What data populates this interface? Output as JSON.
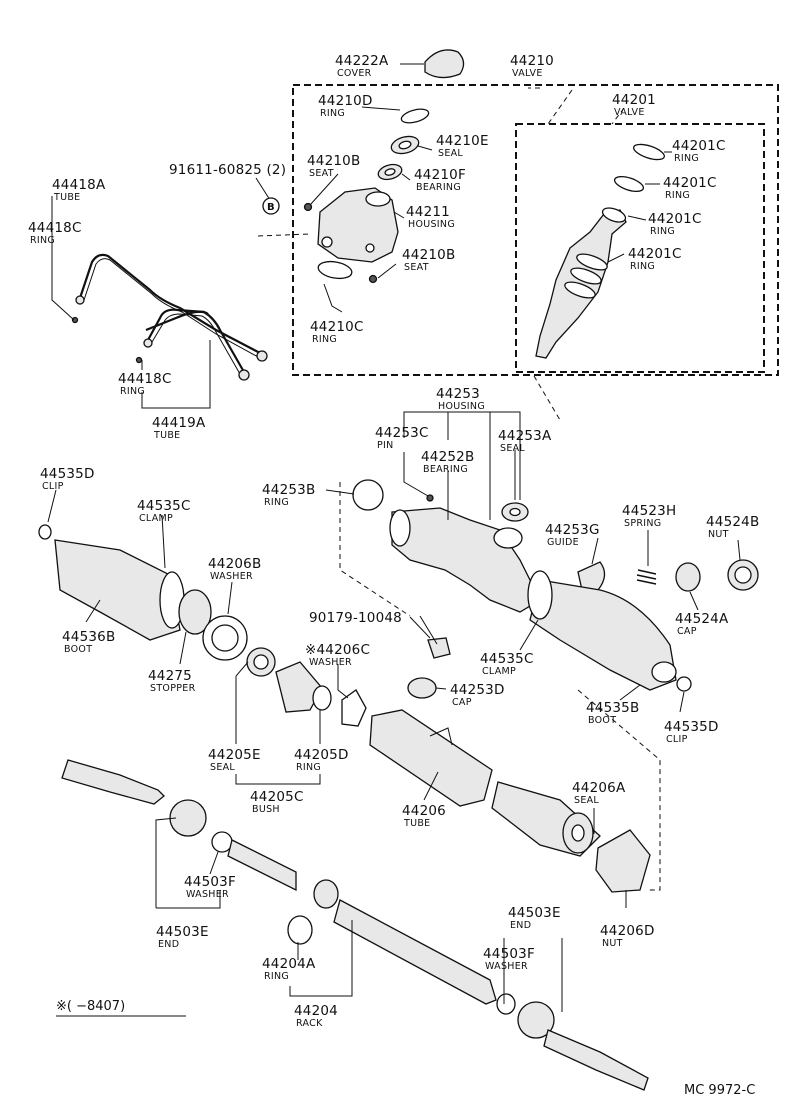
{
  "callouts": [
    {
      "id": "c1",
      "number": "44222A",
      "name": "COVER"
    },
    {
      "id": "c2",
      "number": "44210",
      "name": "VALVE"
    },
    {
      "id": "c3",
      "number": "44210D",
      "name": "RING"
    },
    {
      "id": "c4",
      "number": "44210E",
      "name": "SEAL"
    },
    {
      "id": "c5",
      "number": "44210B",
      "name": "SEAT"
    },
    {
      "id": "c6",
      "number": "44210F",
      "name": "BEARING"
    },
    {
      "id": "c7",
      "number": "44211",
      "name": "HOUSING"
    },
    {
      "id": "c8",
      "number": "44210B",
      "name": "SEAT"
    },
    {
      "id": "c9",
      "number": "44210C",
      "name": "RING"
    },
    {
      "id": "c10",
      "number": "44201",
      "name": "VALVE"
    },
    {
      "id": "c11",
      "number": "44201C",
      "name": "RING"
    },
    {
      "id": "c12",
      "number": "44201C",
      "name": "RING"
    },
    {
      "id": "c13",
      "number": "44201C",
      "name": "RING"
    },
    {
      "id": "c14",
      "number": "44201C",
      "name": "RING"
    },
    {
      "id": "c15",
      "number": "91611-60825 (2)",
      "name": ""
    },
    {
      "id": "c16",
      "number": "44418A",
      "name": "TUBE"
    },
    {
      "id": "c17",
      "number": "44418C",
      "name": "RING"
    },
    {
      "id": "c18",
      "number": "44418C",
      "name": "RING"
    },
    {
      "id": "c19",
      "number": "44419A",
      "name": "TUBE"
    },
    {
      "id": "c20",
      "number": "44253",
      "name": "HOUSING"
    },
    {
      "id": "c21",
      "number": "44253C",
      "name": "PIN"
    },
    {
      "id": "c22",
      "number": "44252B",
      "name": "BEARING"
    },
    {
      "id": "c23",
      "number": "44253A",
      "name": "SEAL"
    },
    {
      "id": "c24",
      "number": "44253B",
      "name": "RING"
    },
    {
      "id": "c25",
      "number": "44535D",
      "name": "CLIP"
    },
    {
      "id": "c26",
      "number": "44535C",
      "name": "CLAMP"
    },
    {
      "id": "c27",
      "number": "44206B",
      "name": "WASHER"
    },
    {
      "id": "c28",
      "number": "44536B",
      "name": "BOOT"
    },
    {
      "id": "c29",
      "number": "44275",
      "name": "STOPPER"
    },
    {
      "id": "c30",
      "number": "44253G",
      "name": "GUIDE"
    },
    {
      "id": "c31",
      "number": "44523H",
      "name": "SPRING"
    },
    {
      "id": "c32",
      "number": "44524B",
      "name": "NUT"
    },
    {
      "id": "c33",
      "number": "44524A",
      "name": "CAP"
    },
    {
      "id": "c34",
      "number": "90179-10048",
      "name": ""
    },
    {
      "id": "c35",
      "number": "※44206C",
      "name": "WASHER"
    },
    {
      "id": "c36",
      "number": "44535C",
      "name": "CLAMP"
    },
    {
      "id": "c37",
      "number": "44253D",
      "name": "CAP"
    },
    {
      "id": "c38",
      "number": "44535B",
      "name": "BOOT"
    },
    {
      "id": "c39",
      "number": "44535D",
      "name": "CLIP"
    },
    {
      "id": "c40",
      "number": "44205E",
      "name": "SEAL"
    },
    {
      "id": "c41",
      "number": "44205D",
      "name": "RING"
    },
    {
      "id": "c42",
      "number": "44205C",
      "name": "BUSH"
    },
    {
      "id": "c43",
      "number": "44206",
      "name": "TUBE"
    },
    {
      "id": "c44",
      "number": "44206A",
      "name": "SEAL"
    },
    {
      "id": "c45",
      "number": "44503F",
      "name": "WASHER"
    },
    {
      "id": "c46",
      "number": "44503E",
      "name": "END"
    },
    {
      "id": "c47",
      "number": "44206D",
      "name": "NUT"
    },
    {
      "id": "c48",
      "number": "44503E",
      "name": "END"
    },
    {
      "id": "c49",
      "number": "44503F",
      "name": "WASHER"
    },
    {
      "id": "c50",
      "number": "44204A",
      "name": "RING"
    },
    {
      "id": "c51",
      "number": "44204",
      "name": "RACK"
    }
  ],
  "circle_marker": "B",
  "footnote": "※(      −8407)",
  "figure_code": "MC  9972-C"
}
